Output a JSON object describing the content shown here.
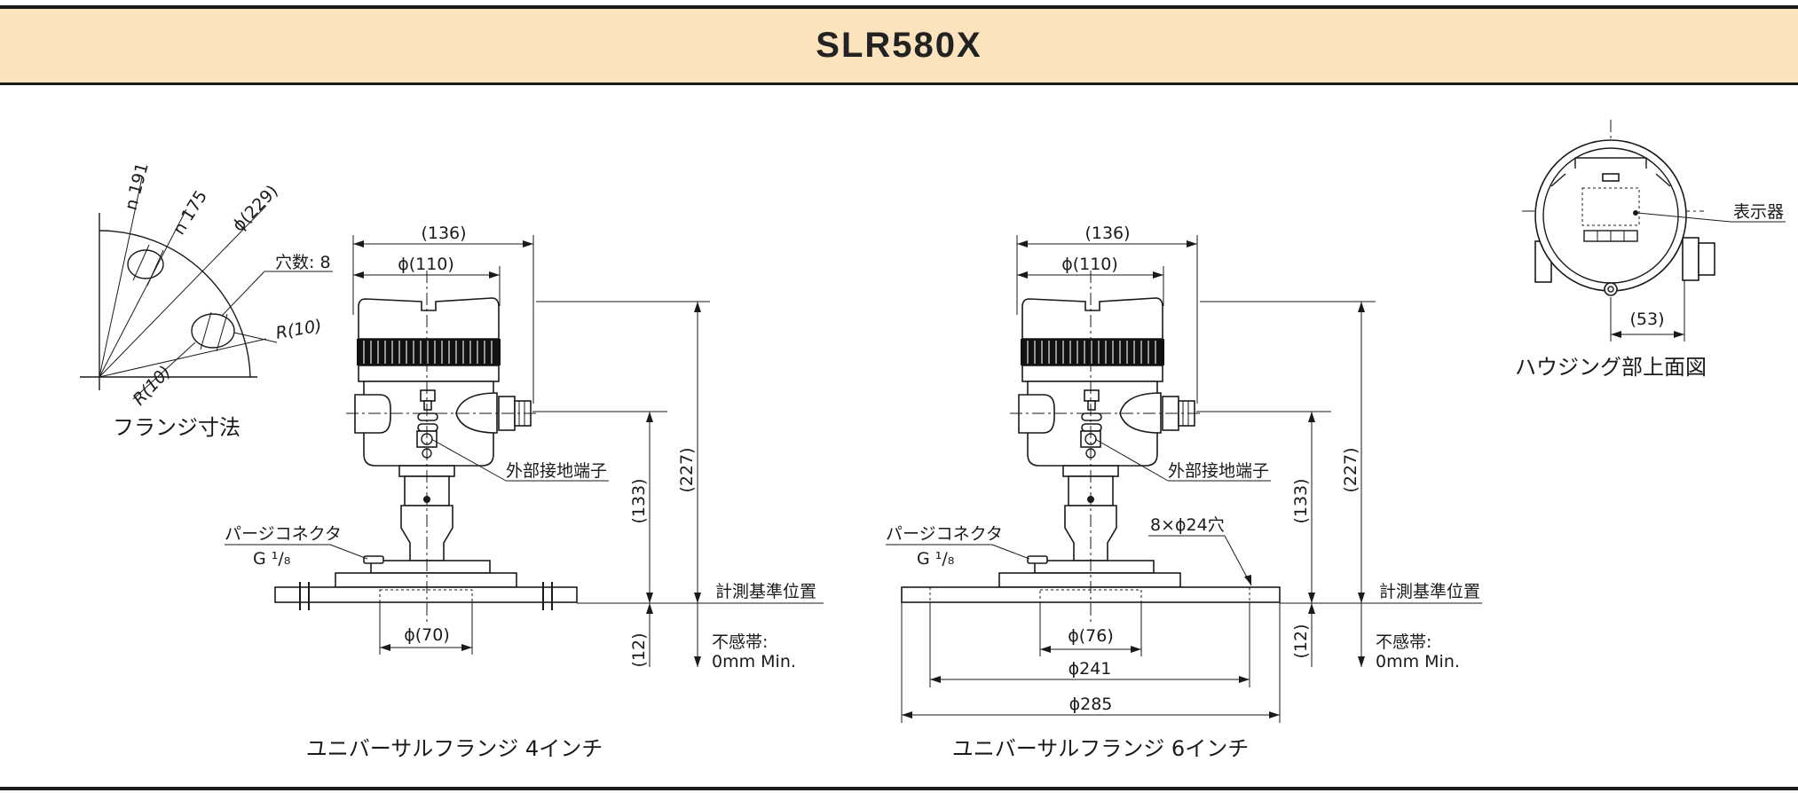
{
  "title": "SLR580X",
  "flange_detail": {
    "dims": [
      "n 191",
      "n 175",
      "ϕ(229)"
    ],
    "holes": "穴数: 8",
    "r_outer": "R(10)",
    "r_inner": "R(10)",
    "caption": "フランジ寸法"
  },
  "view_4in": {
    "dim_width": "(136)",
    "dim_dia": "ϕ(110)",
    "dim_height": "(227)",
    "dim_mid": "(133)",
    "dim_dead": "(12)",
    "ground": "外部接地端子",
    "purge_line1": "パージコネクタ",
    "purge_line2": "G ¹/₈",
    "ref_level": "計測基準位置",
    "dead_line1": "不感帯:",
    "dead_line2": "0mm Min.",
    "dim_bottom": "ϕ(70)",
    "caption": "ユニバーサルフランジ 4インチ"
  },
  "view_6in": {
    "dim_width": "(136)",
    "dim_dia": "ϕ(110)",
    "dim_height": "(227)",
    "dim_mid": "(133)",
    "dim_dead": "(12)",
    "ground": "外部接地端子",
    "purge_line1": "パージコネクタ",
    "purge_line2": "G ¹/₈",
    "holes": "8×ϕ24穴",
    "ref_level": "計測基準位置",
    "dead_line1": "不感帯:",
    "dead_line2": "0mm Min.",
    "dim_inner": "ϕ(76)",
    "dim_pcd": "ϕ241",
    "dim_outer": "ϕ285",
    "caption": "ユニバーサルフランジ 6インチ"
  },
  "housing_top": {
    "display": "表示器",
    "dim": "(53)",
    "caption": "ハウジング部上面図"
  }
}
